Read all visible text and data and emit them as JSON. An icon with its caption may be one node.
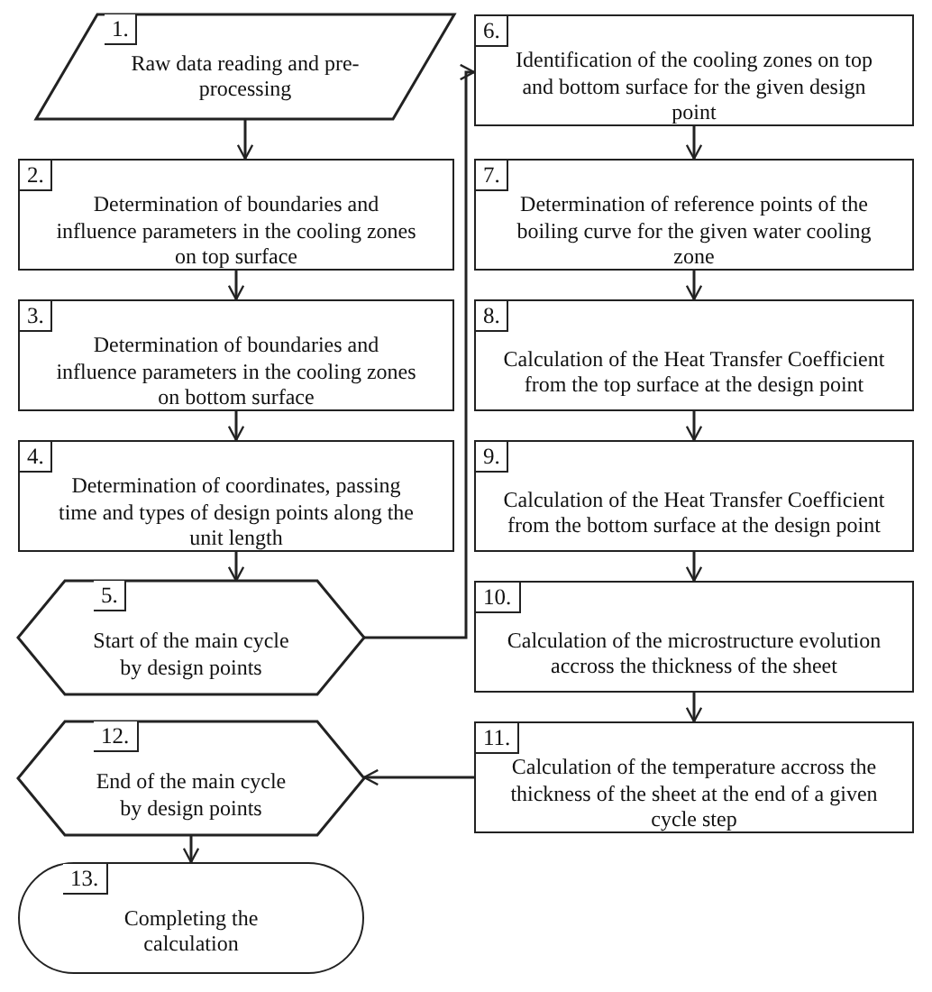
{
  "diagram": {
    "nodes": [
      {
        "text": [
          "1.",
          "Raw data reading and pre-processing"
        ]
      },
      {
        "text": [
          "2.",
          "Determination of boundaries and influence parameters in the cooling zones on top surface"
        ]
      },
      {
        "text": [
          "3.",
          "Determination of boundaries and influence parameters in the cooling zones on bottom surface"
        ]
      },
      {
        "text": [
          "4.",
          "Determination of coordinates, passing time and types of design points along the unit length"
        ]
      },
      {
        "text": [
          "5.",
          "Start of the main cycle by design points"
        ]
      },
      {
        "text": [
          "6.",
          "Identification of the cooling zones on top and bottom surface for the given design point"
        ]
      },
      {
        "text": [
          "7.",
          "Determination of reference points of the boiling curve for the given water cooling zone"
        ]
      },
      {
        "text": [
          "8.",
          "Calculation of the Heat Transfer Coefficient from the top surface at the design point"
        ]
      },
      {
        "text": [
          "9.",
          "Calculation of the Heat Transfer Coefficient from the bottom surface at the design point"
        ]
      },
      {
        "text": [
          "10.",
          "Calculation of the microstructure evolution accross the thickness of the sheet"
        ]
      },
      {
        "text": [
          "11.",
          "Calculation of the temperature accross the thickness of the sheet at the end of a given cycle step"
        ]
      },
      {
        "text": [
          "12.",
          "End of the main cycle by design points"
        ]
      },
      {
        "text": [
          "13.",
          "Completing the calculation"
        ]
      }
    ],
    "edges": [
      {
        "from": 0,
        "to": 1,
        "arrow": "to"
      },
      {
        "from": 1,
        "to": 2,
        "arrow": "to"
      },
      {
        "from": 2,
        "to": 3,
        "arrow": "to"
      },
      {
        "from": 3,
        "to": 4,
        "arrow": "to"
      },
      {
        "from": 4,
        "to": 5,
        "arrow": "to"
      },
      {
        "from": 5,
        "to": 6,
        "arrow": "to"
      },
      {
        "from": 6,
        "to": 7,
        "arrow": "to"
      },
      {
        "from": 7,
        "to": 8,
        "arrow": "to"
      },
      {
        "from": 8,
        "to": 9,
        "arrow": "to"
      },
      {
        "from": 9,
        "to": 10,
        "arrow": "to"
      },
      {
        "from": 10,
        "to": 11,
        "arrow": "to"
      },
      {
        "from": 11,
        "to": 12,
        "arrow": "to"
      }
    ]
  }
}
